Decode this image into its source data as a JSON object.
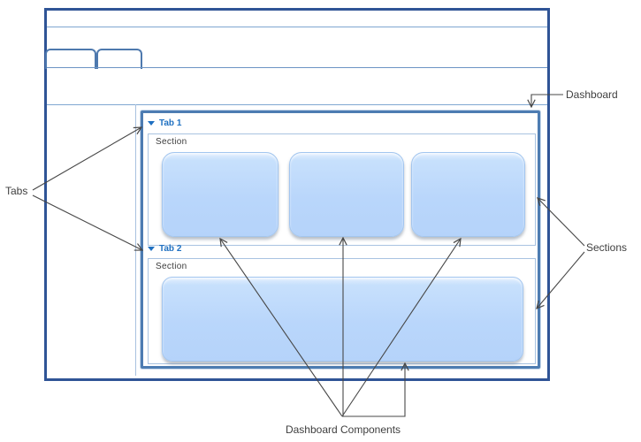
{
  "annotations": {
    "dashboard_label": "Dashboard",
    "tabs_label": "Tabs",
    "sections_label": "Sections",
    "components_label": "Dashboard Components"
  },
  "dashboard": {
    "tabs": [
      {
        "label": "Tab 1",
        "section_label": "Section",
        "component_count": 3
      },
      {
        "label": "Tab 2",
        "section_label": "Section",
        "component_count": 1
      }
    ]
  },
  "colors": {
    "window_border": "#2F5496",
    "container_border": "#4D7CB2",
    "section_border": "#A9C3E1",
    "component_fill": "#BCD9FB",
    "tab_text": "#1F70C1",
    "annotation_text": "#3F3F3F",
    "arrow": "#474747"
  }
}
